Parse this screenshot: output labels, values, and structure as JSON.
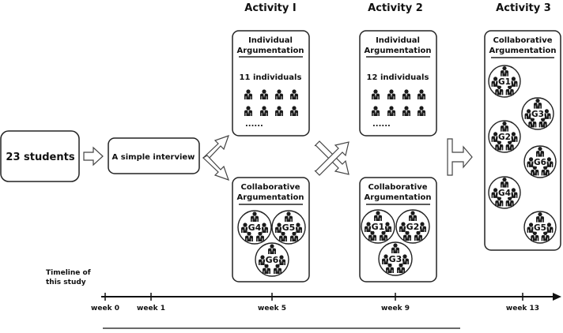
{
  "activities": {
    "a1": "Activity I",
    "a2": "Activity 2",
    "a3": "Activity 3"
  },
  "students_box": "23 students",
  "interview_box": "A simple interview",
  "individual": {
    "title_line1": "Individual",
    "title_line2": "Argumentation",
    "a1_count": "11 individuals",
    "a2_count": "12 individuals",
    "more": "......"
  },
  "collaborative": {
    "title_line1": "Collaborative",
    "title_line2": "Argumentation"
  },
  "groups": {
    "a1": [
      "G4",
      "G5",
      "G6"
    ],
    "a2": [
      "G1",
      "G2",
      "G3"
    ],
    "a3": [
      "G1",
      "G3",
      "G2",
      "G6",
      "G4",
      "G5"
    ]
  },
  "timeline": {
    "label_line1": "Timeline of",
    "label_line2": "this study",
    "ticks": [
      "week 0",
      "week 1",
      "week 5",
      "week 9",
      "week 13"
    ]
  }
}
